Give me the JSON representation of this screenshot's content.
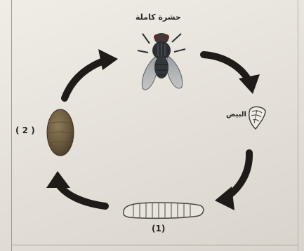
{
  "diagram": {
    "stages": {
      "adult": {
        "label": "حشرة كاملة",
        "icon": "housefly-icon"
      },
      "egg": {
        "label": "البيض",
        "icon": "egg-cluster-icon"
      },
      "larva": {
        "label": "(1)",
        "icon": "larva-icon"
      },
      "pupa": {
        "label": "( 2 )",
        "icon": "pupa-icon"
      }
    },
    "arrows": [
      {
        "name": "arrow-adult-to-egg",
        "icon": "curved-arrow-icon"
      },
      {
        "name": "arrow-egg-to-larva",
        "icon": "curved-arrow-icon"
      },
      {
        "name": "arrow-larva-to-pupa",
        "icon": "curved-arrow-icon"
      },
      {
        "name": "arrow-pupa-to-adult",
        "icon": "curved-arrow-icon"
      }
    ],
    "colors": {
      "arrow": "#1f1b18",
      "pupa": "#6b5a3e",
      "larva": "#e4e0d8",
      "fly_body": "#2b2f33"
    }
  }
}
